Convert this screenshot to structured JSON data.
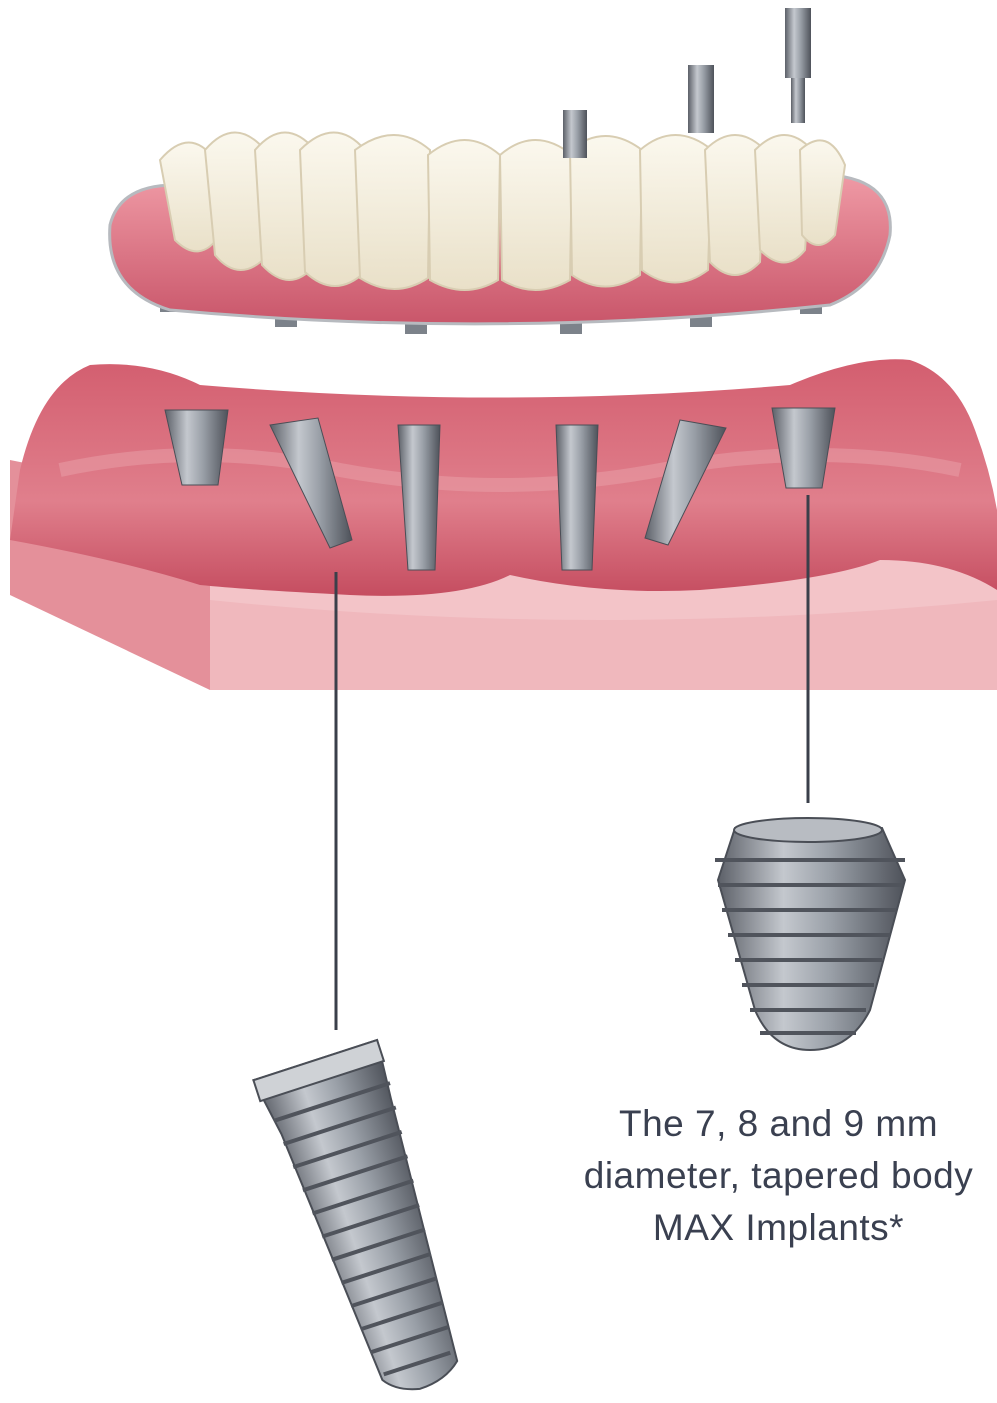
{
  "caption": {
    "line1": "The 7, 8 and 9 mm",
    "line2": "diameter, tapered body",
    "line3": "MAX Implants*"
  },
  "colors": {
    "gum": "#d96a78",
    "gum_dark": "#b94657",
    "gum_light": "#ef9aa5",
    "base_front": "#f3c4c8",
    "base_side": "#e99ba4",
    "tooth": "#f4efe0",
    "metal": "#9aa0a8",
    "metal_dark": "#5c6068",
    "leader_line": "#3a3f4a",
    "caption_text": "#3a4050"
  },
  "icons": {
    "prosthesis": "implant-bridge-illustration",
    "jaw": "jaw-model-illustration",
    "implant": "dental-implant-illustration"
  }
}
